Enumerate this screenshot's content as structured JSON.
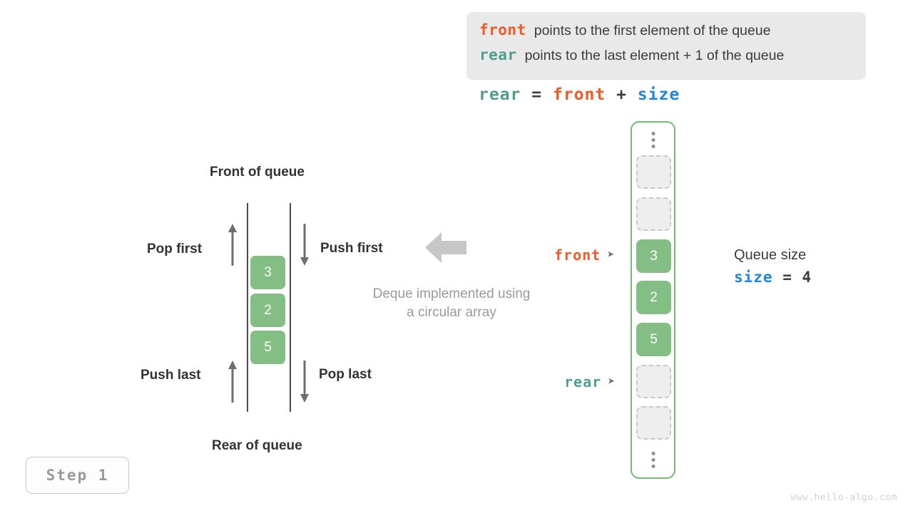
{
  "legend": {
    "lines": [
      {
        "keyword": "front",
        "text": "points to the first element of the queue",
        "color": "#ec5b28"
      },
      {
        "keyword": "rear",
        "text": "points to the last element + 1 of the queue",
        "color": "#4e9e8d"
      }
    ]
  },
  "formula": {
    "lhs": "rear",
    "eq": "=",
    "rhs1": "front",
    "plus": "+",
    "rhs2": "size"
  },
  "deque": {
    "front_label": "Front of queue",
    "rear_label": "Rear of queue",
    "caption": "Deque implemented using a circular array",
    "caption_line1": "Deque implemented using",
    "caption_line2": "a circular array",
    "operations": {
      "pop_first": "Pop first",
      "push_first": "Push first",
      "push_last": "Push last",
      "pop_last": "Pop last"
    },
    "cells": [
      "3",
      "2",
      "5"
    ]
  },
  "array": {
    "cells": [
      {
        "value": "",
        "state": "empty"
      },
      {
        "value": "",
        "state": "empty"
      },
      {
        "value": "3",
        "state": "filled"
      },
      {
        "value": "2",
        "state": "filled"
      },
      {
        "value": "5",
        "state": "filled"
      },
      {
        "value": "",
        "state": "empty"
      },
      {
        "value": "",
        "state": "empty"
      }
    ],
    "pointers": {
      "front": "front",
      "rear": "rear",
      "arrow_glyph": "➤"
    }
  },
  "queue_size": {
    "title": "Queue size",
    "var": "size",
    "eq": "=",
    "value": "4"
  },
  "step_badge": {
    "label": "Step 1"
  },
  "watermark": {
    "text": "www.hello-algo.com"
  },
  "colors": {
    "front": "#ec5b28",
    "rear": "#4e9e8d",
    "size": "#1f86e0",
    "cell_fill": "#83bf85",
    "array_border": "#74bb77",
    "legend_bg": "#e9e9e9"
  }
}
